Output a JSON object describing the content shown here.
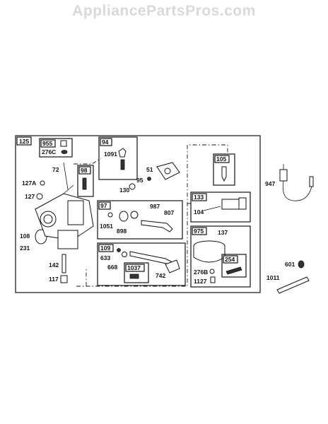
{
  "watermark": "AppliancePartsPros.com",
  "groups": {
    "main": "125",
    "g955": "955",
    "g94": "94",
    "g98": "98",
    "g105": "105",
    "g133": "133",
    "g97": "97",
    "g975": "975",
    "g109": "109",
    "g1037": "1037",
    "g254": "254"
  },
  "parts": {
    "p276C": "276C",
    "p1091": "1091",
    "p72": "72",
    "p127A": "127A",
    "p127": "127",
    "p108": "108",
    "p231": "231",
    "p142": "142",
    "p117": "117",
    "p130": "130",
    "p95": "95",
    "p51": "51",
    "p987": "987",
    "p807": "807",
    "p1051": "1051",
    "p898": "898",
    "p633": "633",
    "p668": "668",
    "p742": "742",
    "p104": "104",
    "p137": "137",
    "p276B": "276B",
    "p1127": "1127",
    "p947": "947",
    "p601": "601",
    "p1011": "1011"
  }
}
